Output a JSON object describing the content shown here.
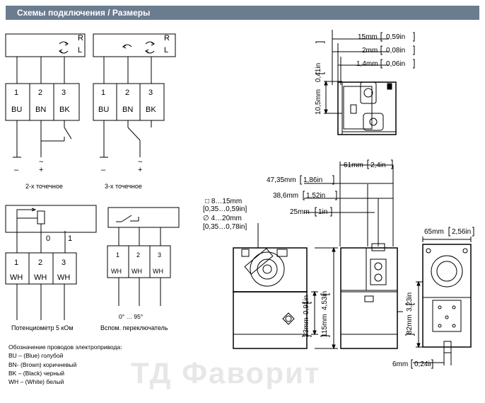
{
  "header": {
    "title": "Схемы подключения / Размеры"
  },
  "wiring": {
    "rl_r": "R",
    "rl_l": "L",
    "terminals": [
      "1",
      "2",
      "3"
    ],
    "colors_bu_bn_bk": [
      "BU",
      "BN",
      "BK"
    ],
    "tilde": "~",
    "minus": "–",
    "plus": "+",
    "label_2pt": "2-х точечное",
    "label_3pt": "3-х точечное",
    "pot_scale_0": "0",
    "pot_scale_1": "1",
    "wh": "WH",
    "label_pot": "Потенциометр 5 кОм",
    "label_switch": "Вспом. переключатель",
    "switch_range": "0° … 95°"
  },
  "legend": {
    "title": "Обозначение проводов электропривода:",
    "lines": [
      "BU – (Blue) голубой",
      "BN- (Brown) коричневый",
      "BK – (Black) черный",
      "WH – (White) белый"
    ]
  },
  "dimensions": {
    "top": {
      "d1": "15mm",
      "d1_in": "0,59in",
      "d2": "2mm",
      "d2_in": "0,08in",
      "d3": "1,4mm",
      "d3_in": "0,06in",
      "vert": "10,5mm",
      "vert_in": "0,41in"
    },
    "front": {
      "sq": "□ 8…15mm",
      "sq_in": "[0,35…0,59in]",
      "dia": "∅ 4…20mm",
      "dia_in": "[0,35…0,78in]",
      "d61": "61mm",
      "d61_in": "2,4in",
      "d47": "47,35mm",
      "d47_in": "1,86in",
      "d38": "38,6mm",
      "d38_in": "1,52in",
      "d25": "25mm",
      "d25_in": "1in",
      "d23": "23mm",
      "d23_in": "0,91in",
      "d115": "115mm",
      "d115_in": "4,53in"
    },
    "back": {
      "d65": "65mm",
      "d65_in": "2,56in",
      "d82": "82mm",
      "d82_in": "3,23in",
      "d6": "6mm",
      "d6_in": "0,24in"
    }
  },
  "watermark": "ТД Фаворит"
}
